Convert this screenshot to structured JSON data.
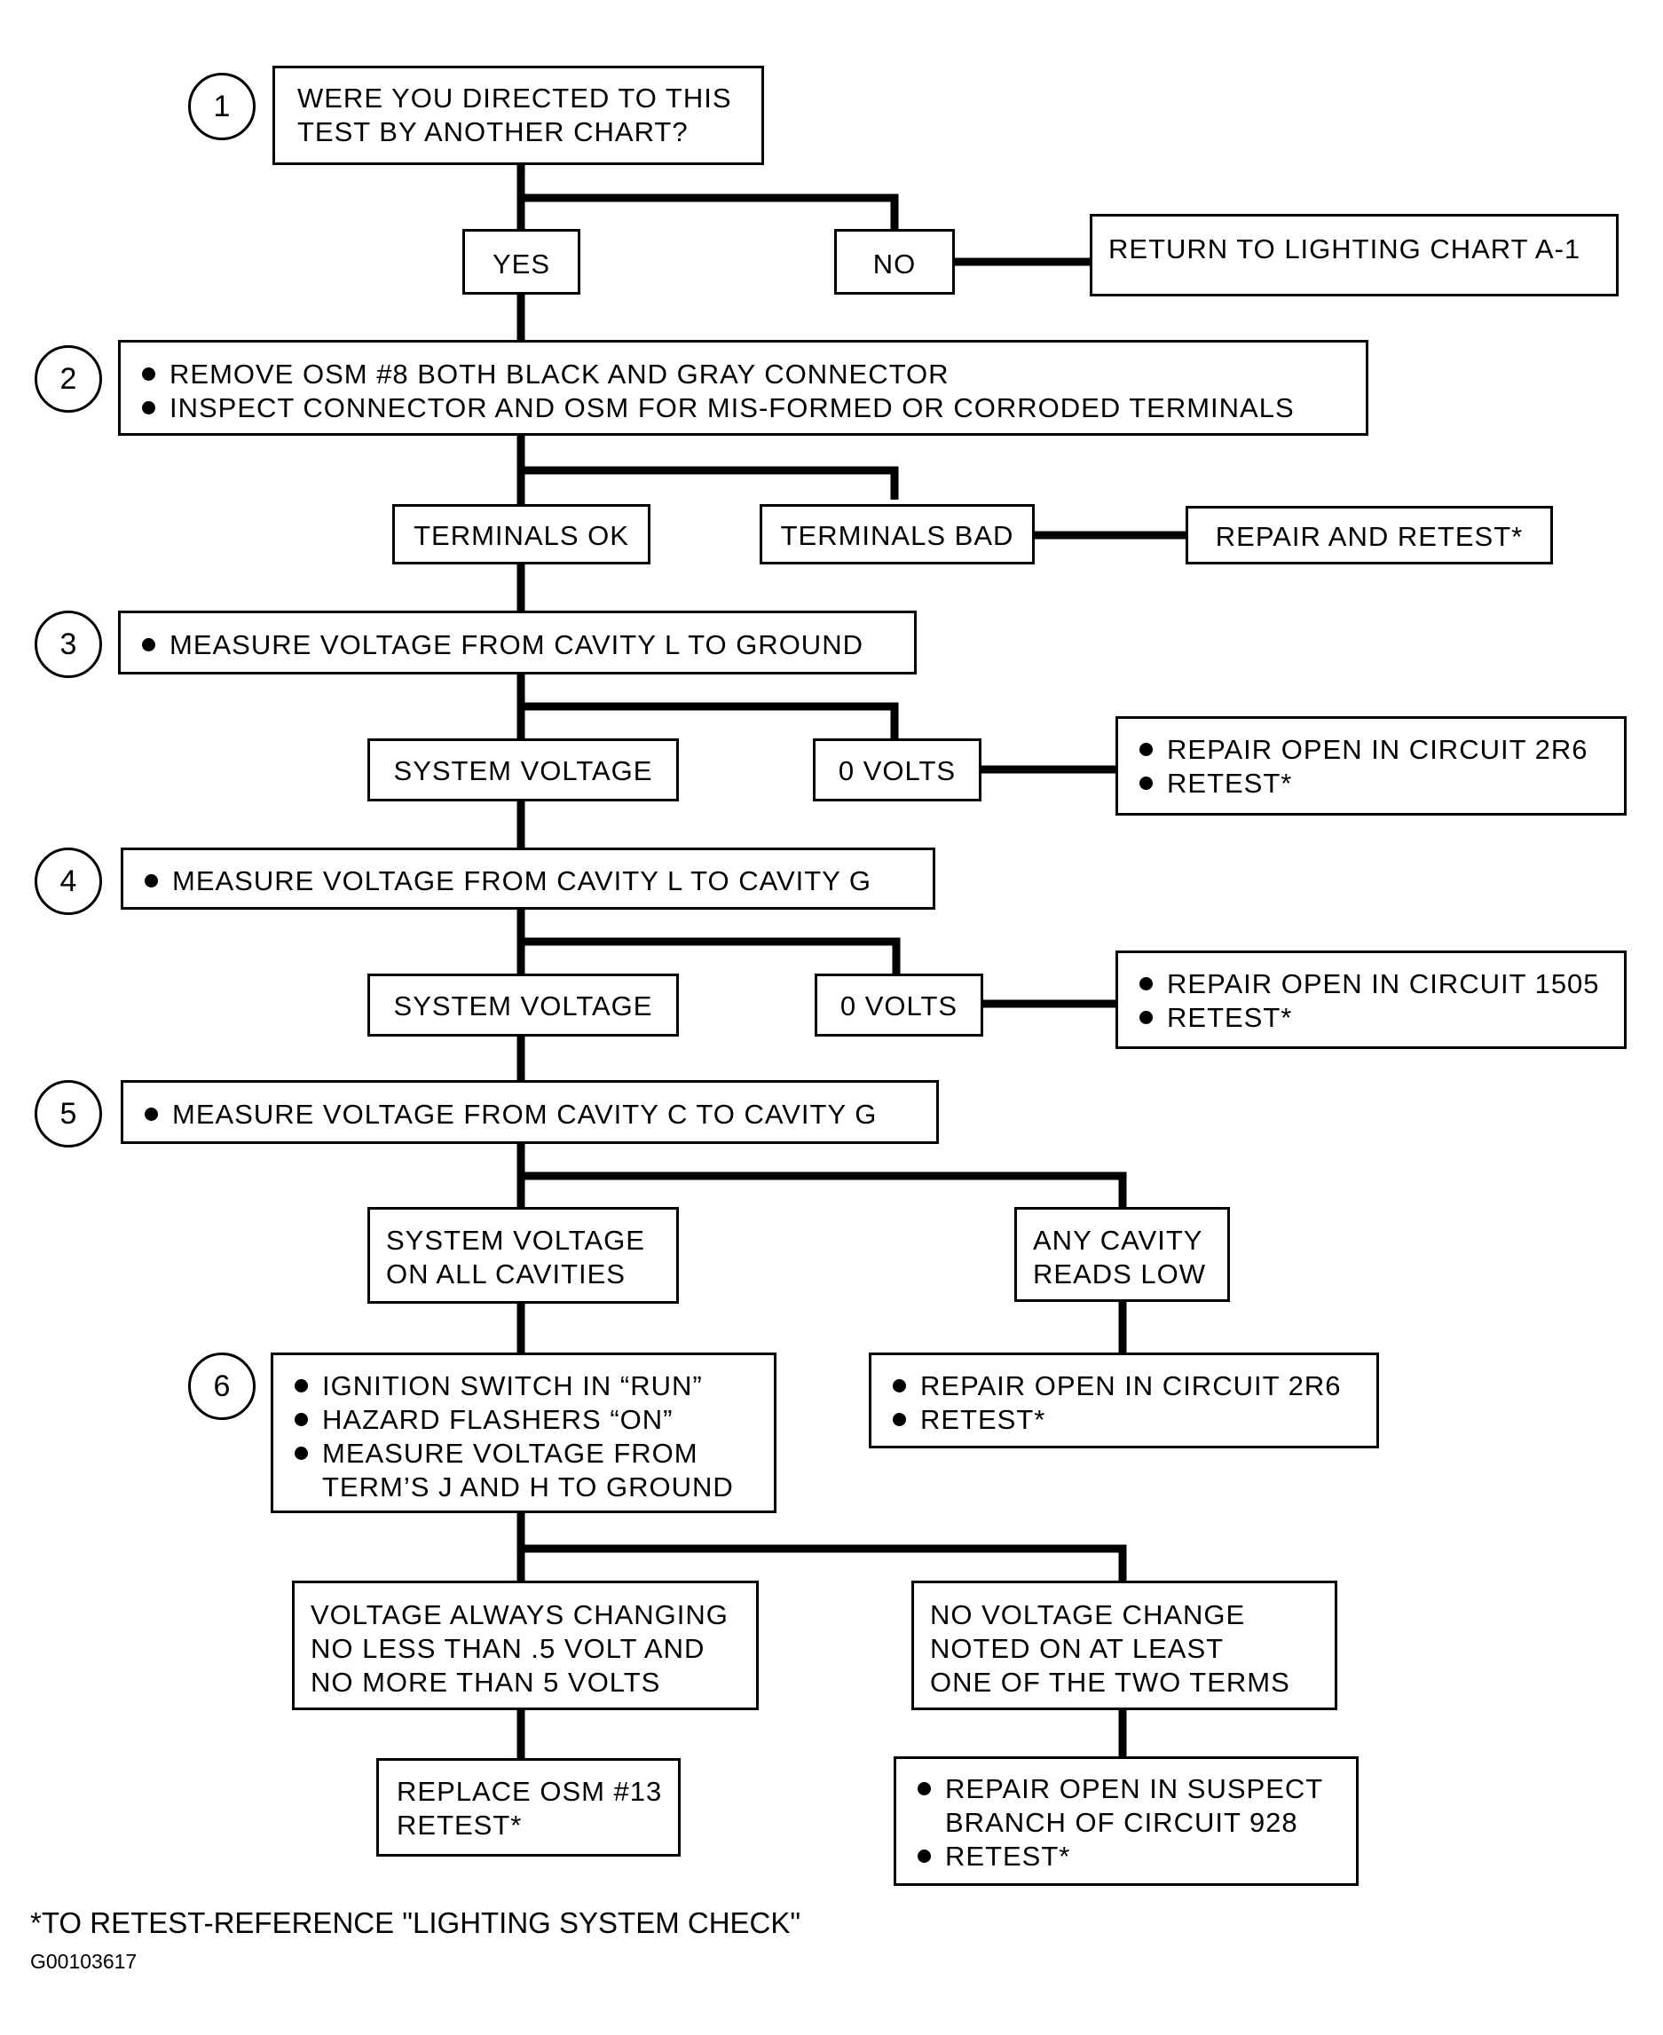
{
  "steps": [
    "1",
    "2",
    "3",
    "4",
    "5",
    "6"
  ],
  "q1": {
    "lines": [
      "WERE YOU DIRECTED TO THIS",
      "TEST BY ANOTHER CHART?"
    ]
  },
  "q1_yes": "YES",
  "q1_no": "NO",
  "q1_no_action": "RETURN TO LIGHTING CHART A-1",
  "q2": {
    "bullets": [
      "REMOVE OSM #8 BOTH BLACK AND GRAY CONNECTOR",
      "INSPECT CONNECTOR AND OSM FOR MIS-FORMED OR CORRODED TERMINALS"
    ]
  },
  "q2_ok": "TERMINALS OK",
  "q2_bad": "TERMINALS BAD",
  "q2_bad_action": "REPAIR AND RETEST*",
  "q3": {
    "bullets": [
      "MEASURE VOLTAGE FROM CAVITY L TO GROUND"
    ]
  },
  "q3_sys": "SYSTEM VOLTAGE",
  "q3_zero": "0 VOLTS",
  "q3_zero_action": {
    "bullets": [
      "REPAIR OPEN IN CIRCUIT 2R6",
      "RETEST*"
    ]
  },
  "q4": {
    "bullets": [
      "MEASURE VOLTAGE FROM CAVITY L TO CAVITY G"
    ]
  },
  "q4_sys": "SYSTEM VOLTAGE",
  "q4_zero": "0 VOLTS",
  "q4_zero_action": {
    "bullets": [
      "REPAIR OPEN IN CIRCUIT 1505",
      "RETEST*"
    ]
  },
  "q5": {
    "bullets": [
      "MEASURE VOLTAGE FROM CAVITY C TO CAVITY G"
    ]
  },
  "q5_all": {
    "lines": [
      "SYSTEM VOLTAGE",
      "ON ALL CAVITIES"
    ]
  },
  "q5_low": {
    "lines": [
      "ANY CAVITY",
      "READS LOW"
    ]
  },
  "q5_low_action": {
    "bullets": [
      "REPAIR OPEN IN CIRCUIT 2R6",
      "RETEST*"
    ]
  },
  "q6": {
    "bullets": [
      "IGNITION SWITCH IN “RUN”",
      "HAZARD FLASHERS “ON”",
      "MEASURE VOLTAGE FROM"
    ],
    "continuation": "TERM’S J AND H TO GROUND"
  },
  "q6_changing": {
    "lines": [
      "VOLTAGE ALWAYS CHANGING",
      "NO LESS THAN .5 VOLT AND",
      "NO MORE THAN 5 VOLTS"
    ]
  },
  "q6_nochange": {
    "lines": [
      "NO VOLTAGE CHANGE",
      "NOTED ON AT LEAST",
      "ONE OF THE TWO TERMS"
    ]
  },
  "q6_changing_action": {
    "lines": [
      "REPLACE OSM #13",
      "RETEST*"
    ]
  },
  "q6_nochange_action": {
    "bullet1": "REPAIR OPEN IN SUSPECT",
    "continuation": "BRANCH OF CIRCUIT 928",
    "bullet2": "RETEST*"
  },
  "footnote": "*TO RETEST-REFERENCE \"LIGHTING SYSTEM CHECK\"",
  "figure_code": "G00103617"
}
